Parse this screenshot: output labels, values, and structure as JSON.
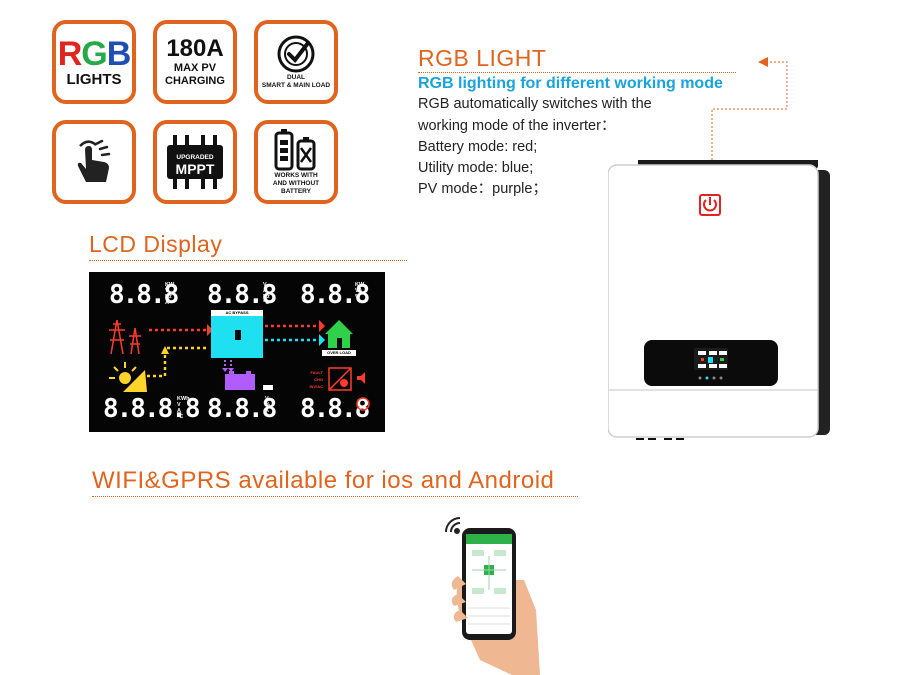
{
  "badges": {
    "rgb": {
      "r": "R",
      "g": "G",
      "b": "B",
      "sub": "LIGHTS"
    },
    "pv": {
      "big": "180A",
      "line1": "MAX PV",
      "line2": "CHARGING"
    },
    "dual": {
      "line1": "DUAL",
      "line2": "SMART & MAIN LOAD"
    },
    "touch": {
      "icon": "touch-hand-icon"
    },
    "mppt": {
      "line1": "UPGRADED",
      "line2": "MPPT"
    },
    "battery": {
      "line1": "WORKS WITH",
      "line2": "AND WITHOUT",
      "line3": "BATTERY"
    }
  },
  "rgb_section": {
    "title": "RGB LIGHT",
    "subtitle": "RGB lighting for different working mode",
    "desc1": "RGB automatically switches with the",
    "desc2": "working mode of the inverter：",
    "battery_mode": "Battery mode: red;",
    "utility_mode": "Utility mode: blue;",
    "pv_mode": "PV mode：purple；"
  },
  "lcd_section": {
    "title": "LCD Display",
    "digits3": "8.8.8",
    "digits4": "8.8.8.8",
    "units_tl": [
      "KW",
      "V",
      "Hz",
      "A"
    ],
    "units_tm": [
      "V",
      "A",
      "Hz",
      "°C"
    ],
    "units_tr": [
      "KW",
      "VA",
      "%"
    ],
    "units_bl": [
      "KWh",
      "V",
      "A",
      "°C"
    ],
    "units_bm": [
      "V",
      "%",
      "A"
    ],
    "tag_top": "AC BYPASS",
    "tag_load": "OVER LOAD",
    "fault_labels": [
      "FAULT",
      "CHG",
      "INV/AC"
    ]
  },
  "wifi_section": {
    "title": "WIFI&GPRS available for ios and Android"
  },
  "colors": {
    "accent": "#e0641e",
    "subtitle": "#1aa3dc",
    "lcd_red": "#ff3b2b",
    "lcd_cyan": "#1ee0f0",
    "lcd_green": "#2fd14a",
    "lcd_purple": "#b05cff",
    "lcd_yellow": "#ffd42a"
  }
}
